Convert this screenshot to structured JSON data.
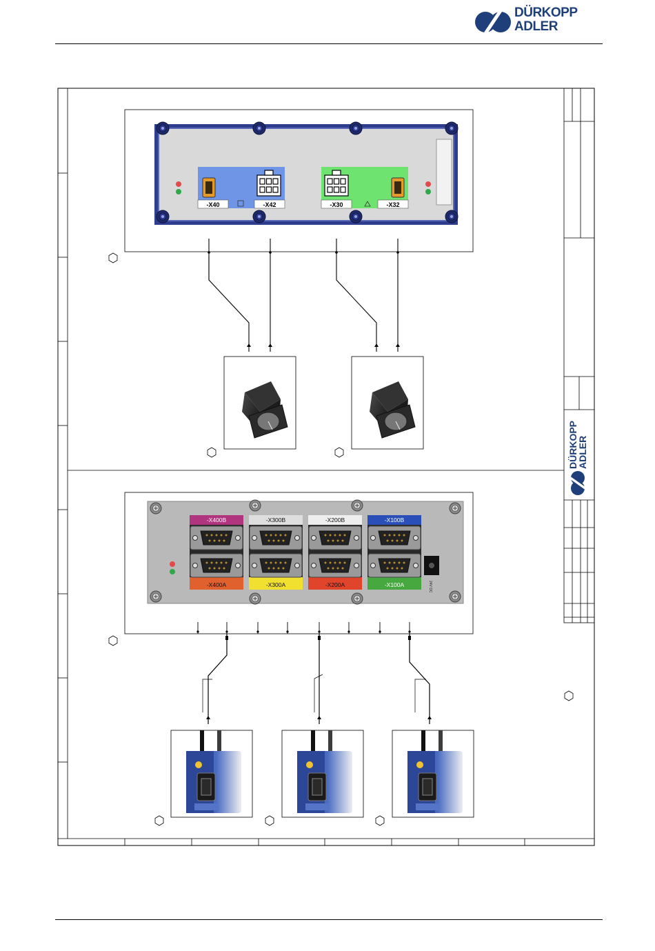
{
  "brand": {
    "line1": "DÜRKOPP",
    "line2": "ADLER",
    "color": "#1e3f7a"
  },
  "top_panel": {
    "connectors": [
      "-X40",
      "-X42",
      "-X30",
      "-X32"
    ],
    "left_bg": "#6e95e6",
    "right_bg": "#6fe36f"
  },
  "bottom_panel": {
    "top_labels": [
      "-X400B",
      "-X300B",
      "-X200B",
      "-X100B"
    ],
    "bottom_labels": [
      "-X400A",
      "-X300A",
      "-X200A",
      "-X100A"
    ],
    "top_colors": [
      "#b0347e",
      "#dedede",
      "#eeeeee",
      "#2b4fb8"
    ],
    "bottom_colors": [
      "#e0612e",
      "#f2e030",
      "#e0452b",
      "#46a83e"
    ],
    "power_label": "24V DC"
  }
}
